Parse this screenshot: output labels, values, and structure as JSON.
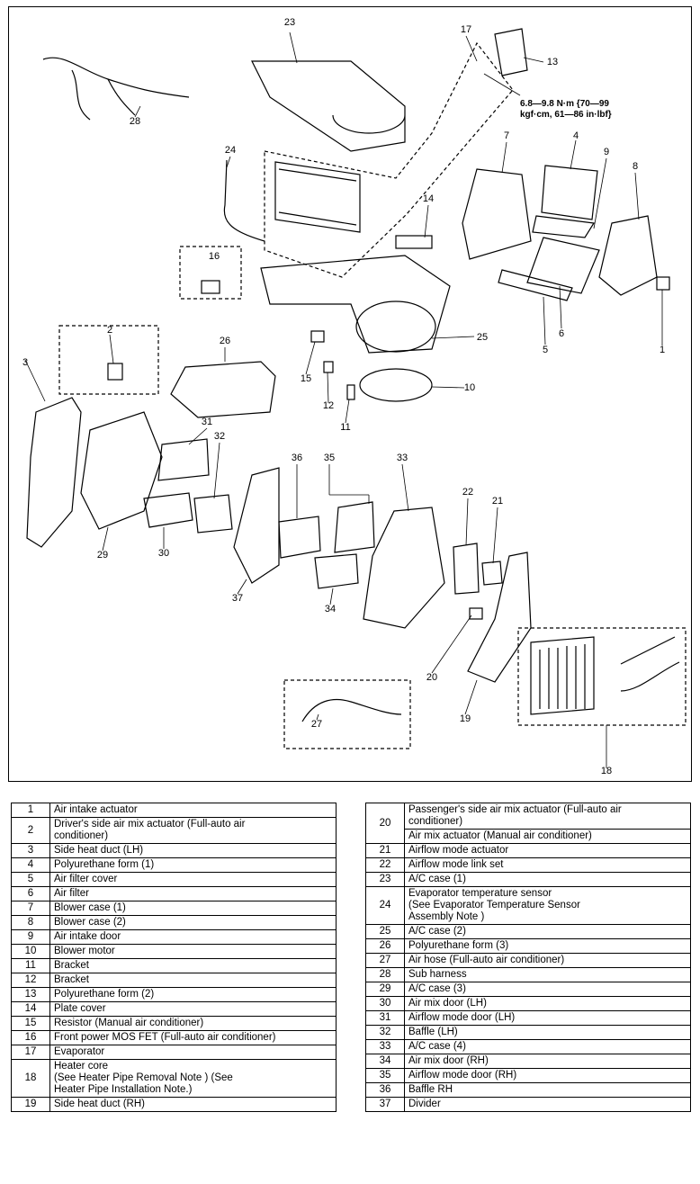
{
  "diagram": {
    "callouts": [
      "1",
      "2",
      "3",
      "4",
      "5",
      "6",
      "7",
      "8",
      "9",
      "10",
      "11",
      "12",
      "13",
      "14",
      "15",
      "16",
      "17",
      "18",
      "19",
      "20",
      "21",
      "22",
      "23",
      "24",
      "25",
      "26",
      "27",
      "28",
      "29",
      "30",
      "31",
      "32",
      "33",
      "34",
      "35",
      "36",
      "37"
    ],
    "torque_spec": [
      "6.8—9.8 N·m {70—99",
      "kgf·cm, 61—86 in·lbf}"
    ]
  },
  "parts_left": [
    {
      "num": "1",
      "lines": [
        "Air intake actuator"
      ]
    },
    {
      "num": "2",
      "lines": [
        "Driver's side air mix actuator (Full-auto air",
        "conditioner)"
      ]
    },
    {
      "num": "3",
      "lines": [
        "Side heat duct (LH)"
      ]
    },
    {
      "num": "4",
      "lines": [
        "Polyurethane form (1)"
      ]
    },
    {
      "num": "5",
      "lines": [
        "Air filter cover"
      ]
    },
    {
      "num": "6",
      "lines": [
        "Air filter"
      ]
    },
    {
      "num": "7",
      "lines": [
        "Blower case (1)"
      ]
    },
    {
      "num": "8",
      "lines": [
        "Blower case (2)"
      ]
    },
    {
      "num": "9",
      "lines": [
        "Air intake door"
      ]
    },
    {
      "num": "10",
      "lines": [
        "Blower motor"
      ]
    },
    {
      "num": "11",
      "lines": [
        "Bracket"
      ]
    },
    {
      "num": "12",
      "lines": [
        "Bracket"
      ]
    },
    {
      "num": "13",
      "lines": [
        "Polyurethane form (2)"
      ]
    },
    {
      "num": "14",
      "lines": [
        "Plate cover"
      ]
    },
    {
      "num": "15",
      "lines": [
        "Resistor (Manual air conditioner)"
      ]
    },
    {
      "num": "16",
      "lines": [
        "Front power MOS FET (Full-auto air conditioner)"
      ]
    },
    {
      "num": "17",
      "lines": [
        "Evaporator"
      ]
    },
    {
      "num": "18",
      "lines": [
        "Heater core",
        "(See              Heater Pipe Removal Note ) (See",
        "Heater Pipe Installation Note.)"
      ]
    },
    {
      "num": "19",
      "lines": [
        "Side heat duct (RH)"
      ]
    }
  ],
  "parts_right": [
    {
      "num": "20",
      "lines": [
        "Passenger's side air mix actuator (Full-auto air",
        "conditioner)"
      ],
      "extra": "Air mix actuator (Manual air conditioner)"
    },
    {
      "num": "21",
      "lines": [
        "Airflow mode actuator"
      ]
    },
    {
      "num": "22",
      "lines": [
        "Airflow mode link set"
      ]
    },
    {
      "num": "23",
      "lines": [
        "A/C case (1)"
      ]
    },
    {
      "num": "24",
      "lines": [
        "Evaporator temperature sensor",
        "(See              Evaporator Temperature Sensor",
        "Assembly Note )"
      ]
    },
    {
      "num": "25",
      "lines": [
        "A/C case (2)"
      ]
    },
    {
      "num": "26",
      "lines": [
        "Polyurethane form (3)"
      ]
    },
    {
      "num": "27",
      "lines": [
        "Air hose (Full-auto air conditioner)"
      ]
    },
    {
      "num": "28",
      "lines": [
        "Sub harness"
      ]
    },
    {
      "num": "29",
      "lines": [
        "A/C case (3)"
      ]
    },
    {
      "num": "30",
      "lines": [
        "Air mix door (LH)"
      ]
    },
    {
      "num": "31",
      "lines": [
        "Airflow mode door (LH)"
      ]
    },
    {
      "num": "32",
      "lines": [
        "Baffle (LH)"
      ]
    },
    {
      "num": "33",
      "lines": [
        "A/C case (4)"
      ]
    },
    {
      "num": "34",
      "lines": [
        "Air mix door (RH)"
      ]
    },
    {
      "num": "35",
      "lines": [
        "Airflow mode door (RH)"
      ]
    },
    {
      "num": "36",
      "lines": [
        "Baffle RH"
      ]
    },
    {
      "num": "37",
      "lines": [
        "Divider"
      ]
    }
  ]
}
